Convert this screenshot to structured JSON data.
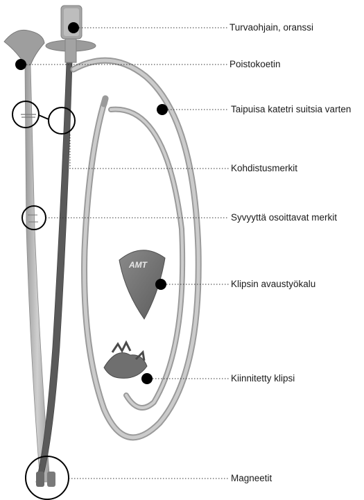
{
  "labels": {
    "safety_guide": "Turvaohjain, oranssi",
    "removal_probe": "Poistokoetin",
    "flexible_catheter": "Taipuisa katetri suitsia varten",
    "alignment_marks": "Kohdistusmerkit",
    "depth_marks": "Syvyyttä osoittavat merkit",
    "clip_opener": "Klipsin avaustyökalu",
    "attached_clip": "Kiinnitetty klipsi",
    "magnets": "Magneetit"
  },
  "tool_logo": "AMT",
  "colors": {
    "tube": "#b9b9b9",
    "tube_dark": "#8e8e8e",
    "rod": "#4a4a4a",
    "leader": "#333333",
    "dot": "#000000"
  }
}
